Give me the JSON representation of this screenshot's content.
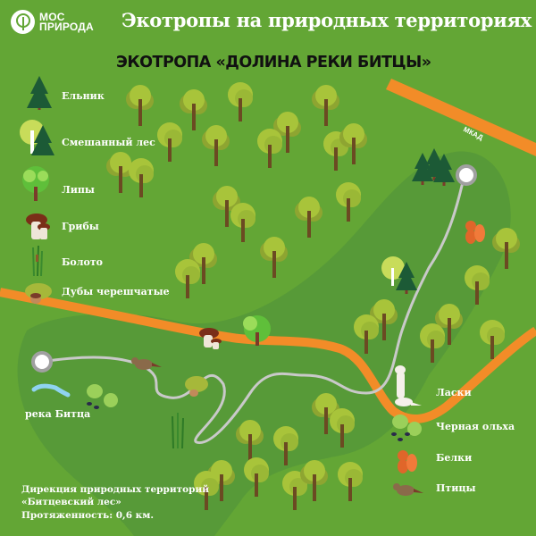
{
  "header": {
    "logo_line1": "МОС",
    "logo_line2": "ПРИРОДА",
    "title": "Экотропы на природных территориях"
  },
  "trail_title": "ЭКОТРОПА «ДОЛИНА РЕКИ БИТЦЫ»",
  "legend_left": [
    {
      "icon": "spruce-icon",
      "label": "Ельник"
    },
    {
      "icon": "mixed-forest-icon",
      "label": "Смешанный лес"
    },
    {
      "icon": "linden-icon",
      "label": "Липы"
    },
    {
      "icon": "mushroom-icon",
      "label": "Грибы"
    },
    {
      "icon": "swamp-reed-icon",
      "label": "Болото"
    },
    {
      "icon": "oak-acorn-icon",
      "label": "Дубы черешчатые"
    }
  ],
  "legend_right": [
    {
      "icon": "weasel-icon",
      "label": "Ласки"
    },
    {
      "icon": "black-alder-icon",
      "label": "Черная ольха"
    },
    {
      "icon": "squirrel-icon",
      "label": "Белки"
    },
    {
      "icon": "bird-icon",
      "label": "Птицы"
    }
  ],
  "map_labels": {
    "river": "река Битца",
    "road": "МКАД"
  },
  "info": {
    "line1": "Дирекция природных территорий",
    "line2": "«Битцевский лес»",
    "line3": "Протяженность: 0,6 км."
  },
  "colors": {
    "background": "#63a635",
    "trail_zone": "#579a38",
    "road": "#f28c28",
    "trail_path": "#c9c9c9",
    "river": "#8fd3f0",
    "tree_crown_light": "#a8c43a",
    "tree_crown_dark": "#8ea531",
    "tree_trunk": "#6b4a22",
    "spruce": "#1c5a36"
  }
}
